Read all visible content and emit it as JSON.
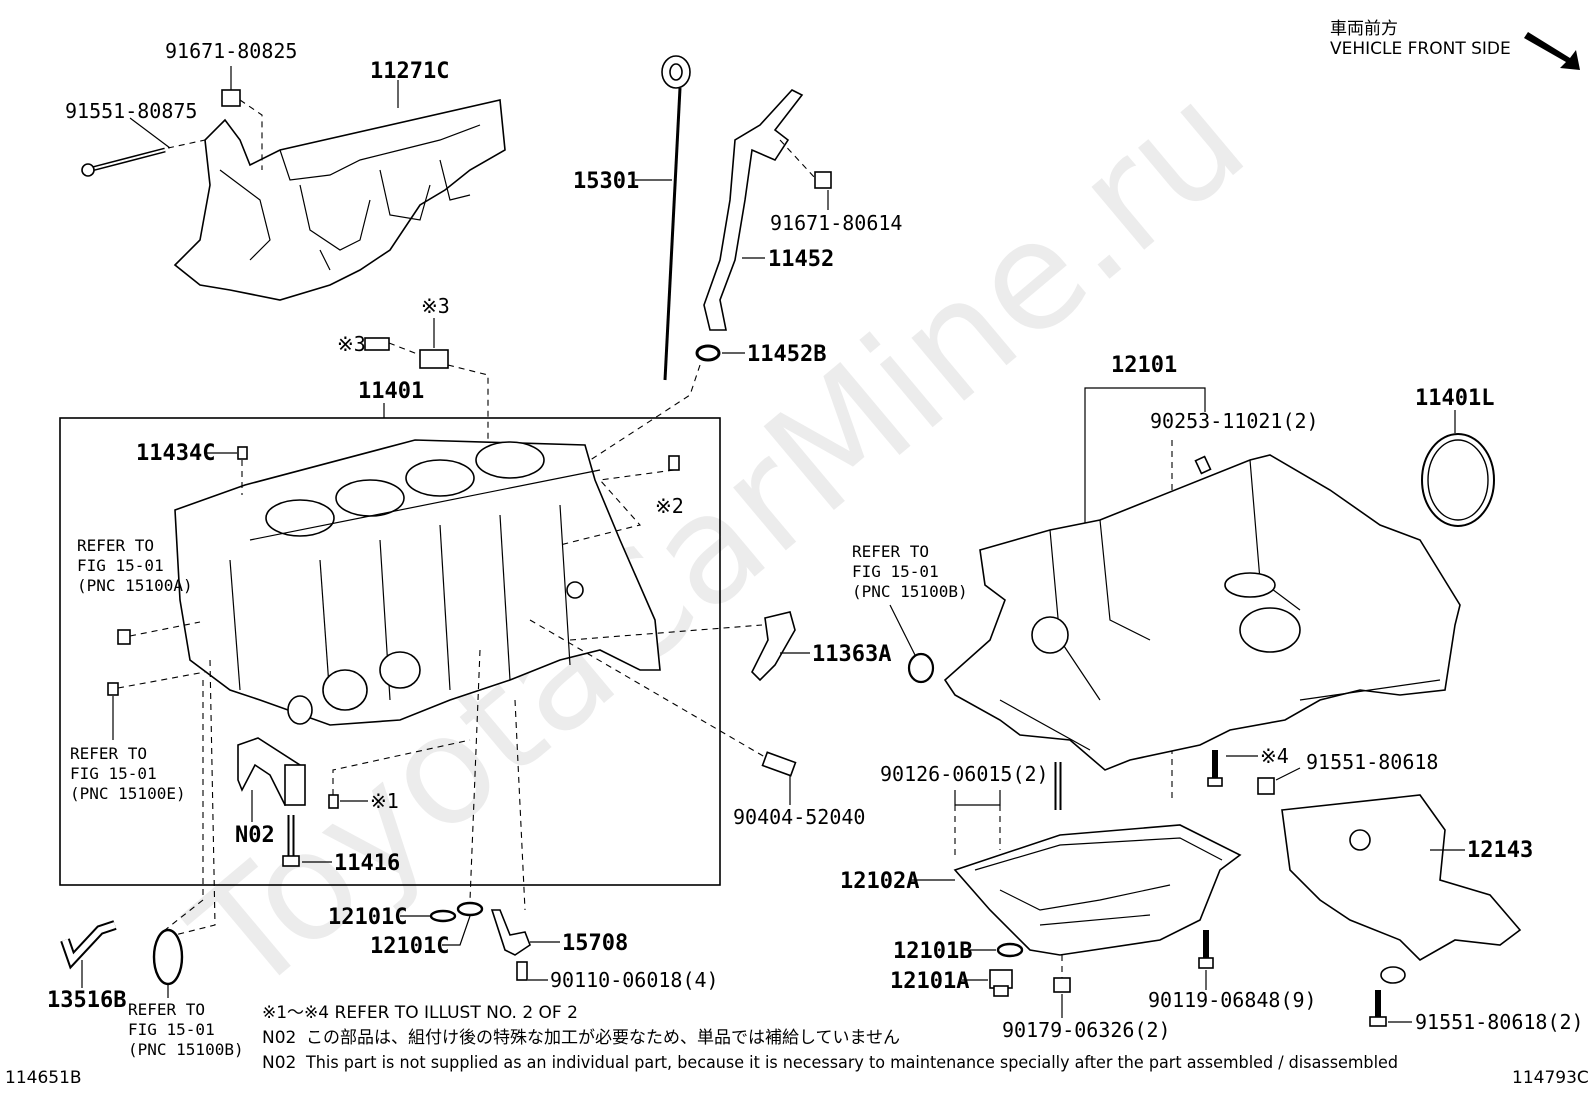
{
  "header": {
    "front_jp": "車両前方",
    "front_en": "VEHICLE FRONT SIDE"
  },
  "watermark": "ToyotaCarMine.ru",
  "parts": {
    "p91671_80825": "91671-80825",
    "p11271C": "11271C",
    "p91551_80875": "91551-80875",
    "p15301": "15301",
    "p91671_80614": "91671-80614",
    "p11452": "11452",
    "p11452B": "11452B",
    "p12101": "12101",
    "p90253_11021": "90253-11021(2)",
    "p11401L": "11401L",
    "p11401": "11401",
    "p11434C": "11434C",
    "p11363A": "11363A",
    "p90404_52040": "90404-52040",
    "pN02": "N02",
    "p11416": "11416",
    "p12101C_a": "12101C",
    "p12101C_b": "12101C",
    "p15708": "15708",
    "p90110_06018": "90110-06018(4)",
    "p13516B": "13516B",
    "p90126_06015": "90126-06015(2)",
    "p91551_80618": "91551-80618",
    "p12143": "12143",
    "p12102A": "12102A",
    "p12101B": "12101B",
    "p12101A": "12101A",
    "p90119_06848": "90119-06848(9)",
    "p90179_06326": "90179-06326(2)",
    "p91551_80618_2": "91551-80618(2)"
  },
  "marks": {
    "m3a": "※3",
    "m3b": "※3",
    "m2": "※2",
    "m1": "※1",
    "m4": "※4"
  },
  "refs": {
    "refA": [
      "REFER TO",
      "FIG 15-01",
      "(PNC 15100A)"
    ],
    "refE": [
      "REFER TO",
      "FIG 15-01",
      "(PNC 15100E)"
    ],
    "refB1": [
      "REFER TO",
      "FIG 15-01",
      "(PNC 15100B)"
    ],
    "refB2": [
      "REFER TO",
      "FIG 15-01",
      "(PNC 15100B)"
    ]
  },
  "notes": {
    "n1": "※1～※4  REFER TO ILLUST NO. 2 OF 2",
    "n2_code": "N02",
    "n2_text": "この部品は、組付け後の特殊な加工が必要なため、単品では補給していません",
    "n3_code": "N02",
    "n3_text": "This part is not supplied as an individual part, because it is necessary to maintenance specially after the part assembled / disassembled"
  },
  "footer": {
    "left_code": "114651B",
    "right_code": "114793C"
  }
}
